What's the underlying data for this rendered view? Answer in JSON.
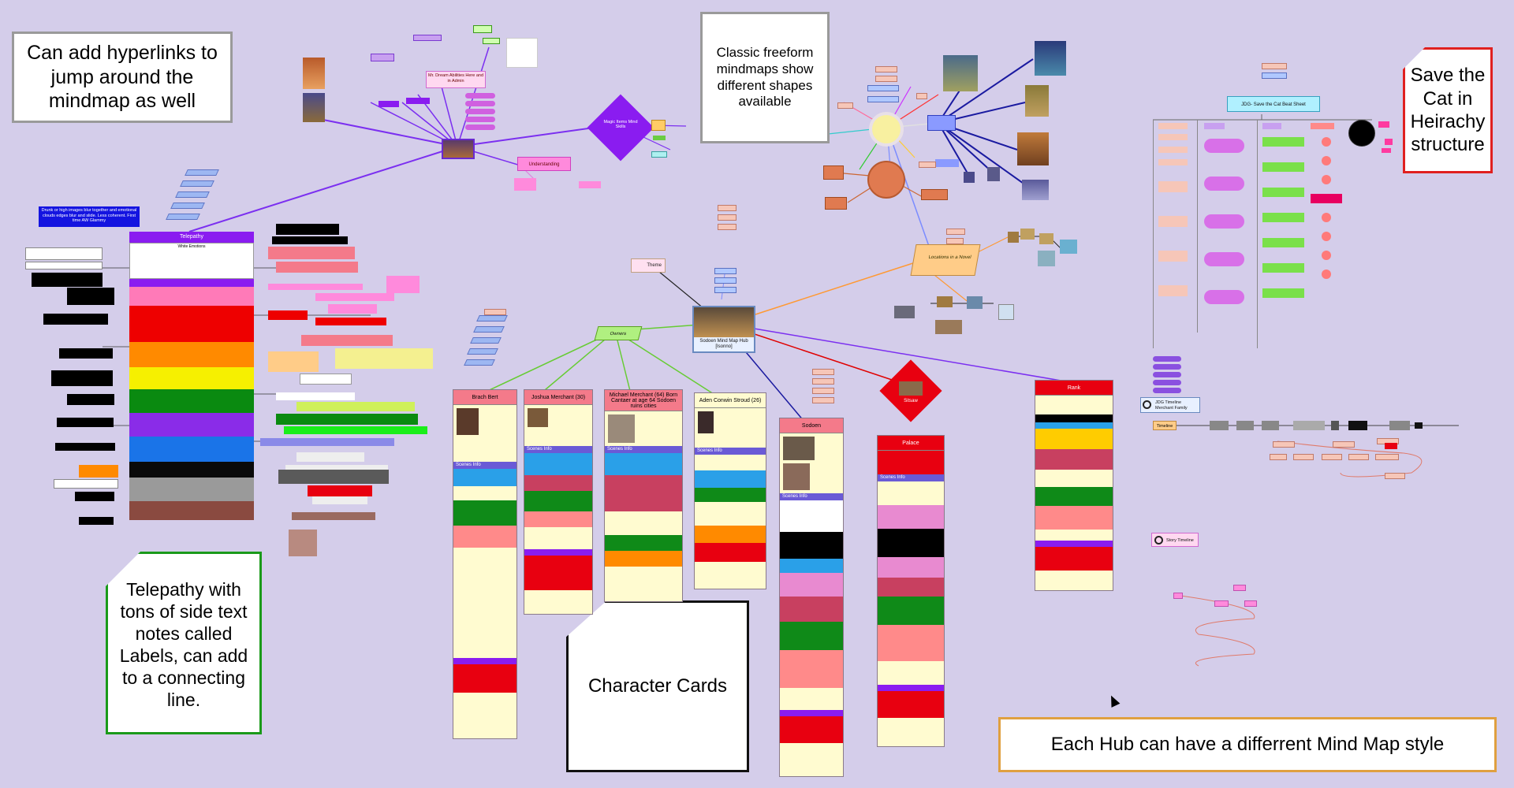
{
  "callouts": {
    "hyperlinks": "Can add hyperlinks to jump around the mindmap as well",
    "classic": "Classic freeform mindmaps show different shapes available",
    "save_the_cat": "Save the Cat in Heirachy structure",
    "telepathy": "Telepathy with tons of side text notes called Labels, can add to a connecting line.",
    "character_cards": "Character Cards",
    "each_hub": "Each Hub can have a differrent Mind Map style"
  },
  "nodes": {
    "hub": "Sodoen Mind Map Hub [Isonno]",
    "owners": "Owners",
    "theme": "Theme",
    "locations": "Locations in a Novel",
    "telepathy_title": "Telepathy",
    "telepathy_subtitle": "White Emotions",
    "blue_box": "Drunk or high images blur together and emotional clouds edges blur and slide. Less coherent. First time AW Glammy",
    "magic": "Magic Items Mind Skills",
    "understanding": "Understanding",
    "mr_dream": "Mr. Dream Abilities Here and in Admin",
    "jdg_sheet": "JDG- Save the Cat Beat Sheet",
    "timeline_title": "JDG Timeline Merchant Family",
    "timeline_label": "Timeline",
    "story_timeline": "Story Timeline",
    "scenes_info": "Scenes Info",
    "red_diamond": "Sitsaw"
  },
  "cards": [
    {
      "title": "Brach Bert"
    },
    {
      "title": "Joshua Merchant (30)"
    },
    {
      "title": "Michael Merchant (64) Born Cantaer at age 64 Sodoen ruins cities"
    },
    {
      "title": "Aden Conwin Stroud (26)"
    },
    {
      "title": "Sodoen"
    },
    {
      "title": "Palace"
    },
    {
      "title": "Rank"
    }
  ],
  "colors": {
    "background": "#d4cdea",
    "purple_link": "#8a1cf0",
    "callout_green": "#1a9a1a",
    "callout_red": "#e02020",
    "callout_orange": "#e0a040"
  }
}
